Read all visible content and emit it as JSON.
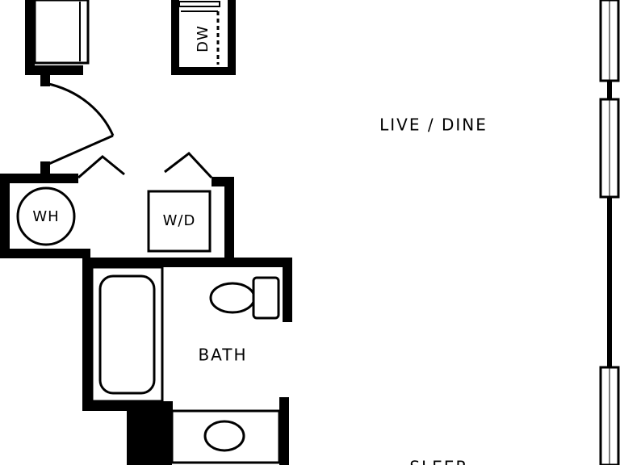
{
  "rooms": {
    "live_dine": "LIVE / DINE",
    "bath": "BATH",
    "sleep": "SLEEP"
  },
  "fixtures": {
    "dishwasher": "DW",
    "water_heater": "WH",
    "washer_dryer": "W/D"
  },
  "colors": {
    "wall": "#000000",
    "background": "#ffffff"
  }
}
